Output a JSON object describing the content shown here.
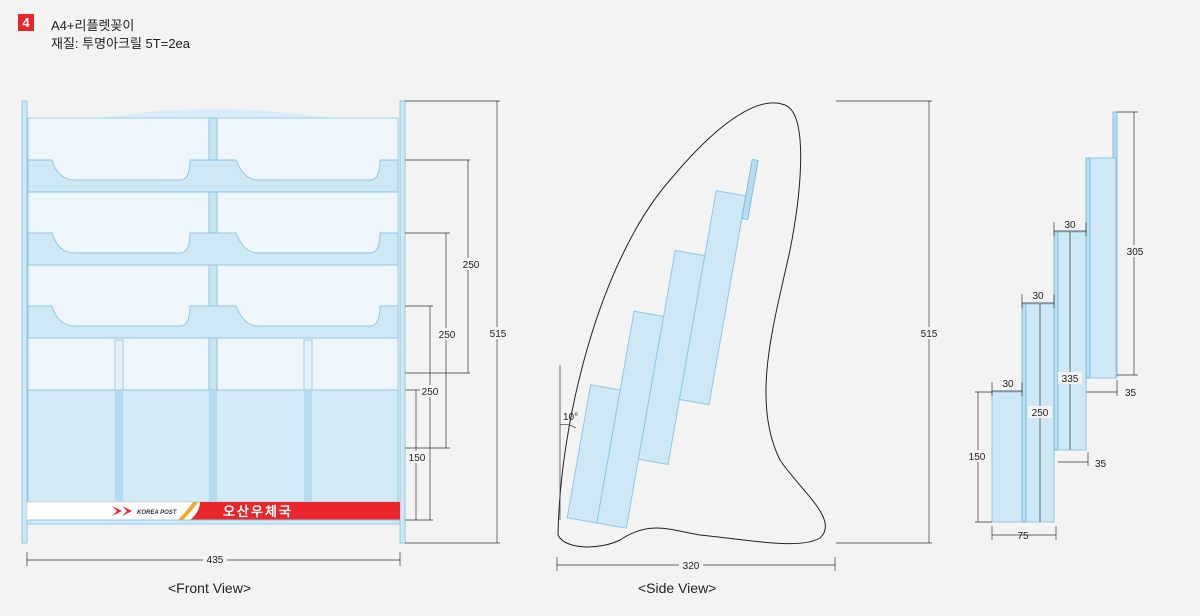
{
  "header": {
    "badge": "4",
    "title": "A4+리플렛꽂이",
    "material": "재질: 투명아크릴 5T=2ea"
  },
  "front_view": {
    "caption": "<Front View>",
    "logo_text": "KOREA POST",
    "sign_text": "오산우체국",
    "dims": {
      "width": "435",
      "height": "515",
      "pocket1": "250",
      "pocket2": "250",
      "pocket3": "250",
      "base": "150"
    }
  },
  "side_view": {
    "caption": "<Side View>",
    "dims": {
      "width": "320",
      "height": "515",
      "angle": "10°"
    }
  },
  "profile_view": {
    "dims": {
      "top_height": "305",
      "h335": "335",
      "h250": "250",
      "h150": "150",
      "d30a": "30",
      "d30b": "30",
      "d30c": "30",
      "d35a": "35",
      "d35b": "35",
      "bottom": "75"
    }
  },
  "colors": {
    "acrylic": "#cfe8f5",
    "sign_red": "#e8262c",
    "badge_red": "#e8262c"
  }
}
